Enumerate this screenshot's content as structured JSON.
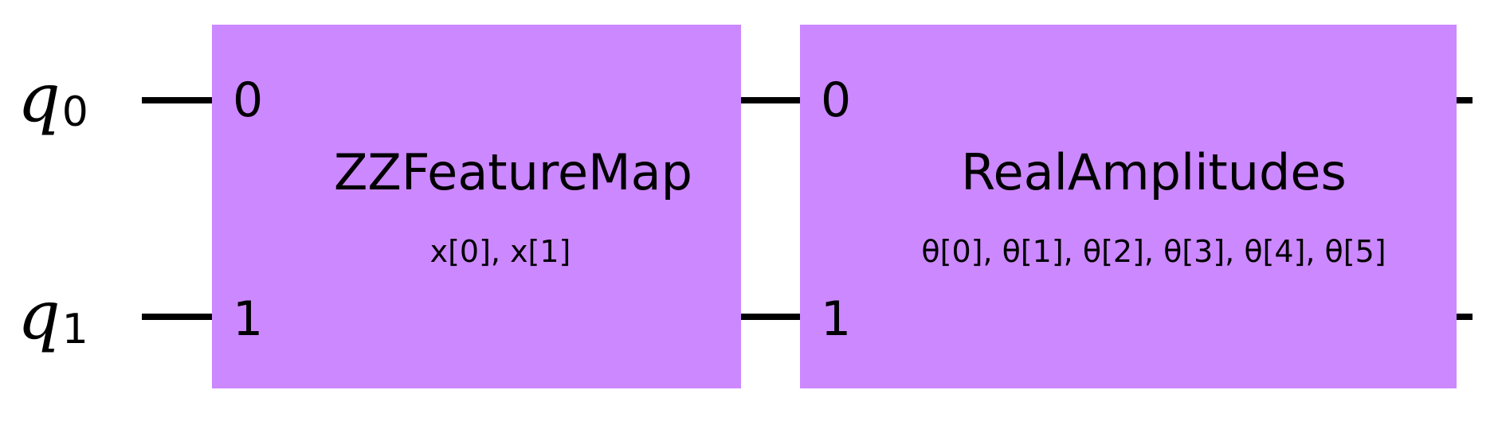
{
  "qubits": [
    {
      "name": "q",
      "index": "0"
    },
    {
      "name": "q",
      "index": "1"
    }
  ],
  "gates": [
    {
      "name": "ZZFeatureMap",
      "params": "x[0], x[1]",
      "ports": [
        "0",
        "1"
      ]
    },
    {
      "name": "RealAmplitudes",
      "params": "θ[0], θ[1], θ[2], θ[3], θ[4], θ[5]",
      "ports": [
        "0",
        "1"
      ]
    }
  ],
  "colors": {
    "gate_fill": "#CC88FF",
    "wire": "#000000",
    "background": "#FFFFFF"
  }
}
